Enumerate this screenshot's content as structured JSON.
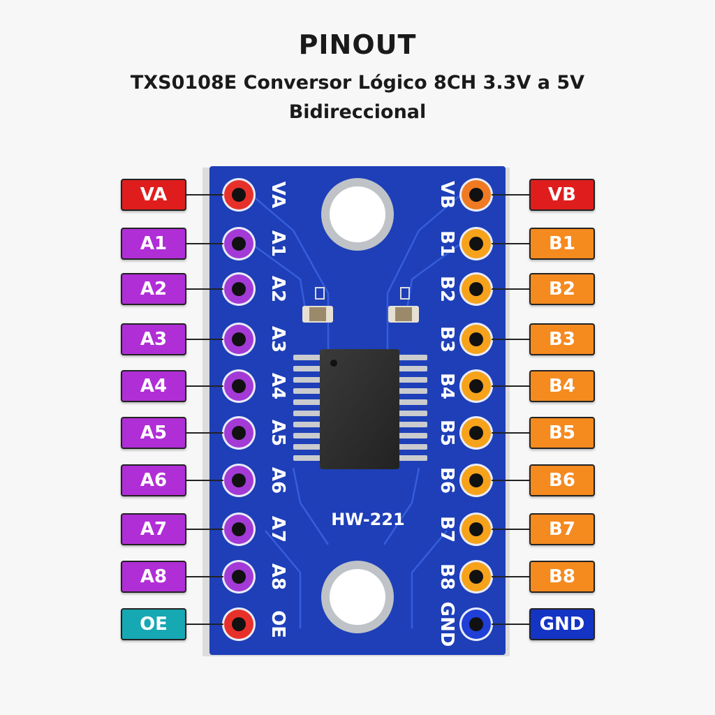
{
  "title": "PINOUT",
  "subtitle": "TXS0108E Conversor Lógico 8CH 3.3V a 5V Bidireccional",
  "board": {
    "label": "HW-221",
    "color": "#1e3fb8"
  },
  "left_pins": [
    {
      "label": "VA",
      "silk": "VA",
      "color": "#e01d1d"
    },
    {
      "label": "A1",
      "silk": "A1",
      "color": "#b02ed6"
    },
    {
      "label": "A2",
      "silk": "A2",
      "color": "#b02ed6"
    },
    {
      "label": "A3",
      "silk": "A3",
      "color": "#b02ed6"
    },
    {
      "label": "A4",
      "silk": "A4",
      "color": "#b02ed6"
    },
    {
      "label": "A5",
      "silk": "A5",
      "color": "#b02ed6"
    },
    {
      "label": "A6",
      "silk": "A6",
      "color": "#b02ed6"
    },
    {
      "label": "A7",
      "silk": "A7",
      "color": "#b02ed6"
    },
    {
      "label": "A8",
      "silk": "A8",
      "color": "#b02ed6"
    },
    {
      "label": "OE",
      "silk": "OE",
      "color": "#16a8b3"
    }
  ],
  "right_pins": [
    {
      "label": "VB",
      "silk": "VB",
      "color": "#e01d1d"
    },
    {
      "label": "B1",
      "silk": "B1",
      "color": "#f58a1f"
    },
    {
      "label": "B2",
      "silk": "B2",
      "color": "#f58a1f"
    },
    {
      "label": "B3",
      "silk": "B3",
      "color": "#f58a1f"
    },
    {
      "label": "B4",
      "silk": "B4",
      "color": "#f58a1f"
    },
    {
      "label": "B5",
      "silk": "B5",
      "color": "#f58a1f"
    },
    {
      "label": "B6",
      "silk": "B6",
      "color": "#f58a1f"
    },
    {
      "label": "B7",
      "silk": "B7",
      "color": "#f58a1f"
    },
    {
      "label": "B8",
      "silk": "B8",
      "color": "#f58a1f"
    },
    {
      "label": "GND",
      "silk": "GND",
      "color": "#1434c4"
    }
  ],
  "pad_colors": {
    "va": "#e8302b",
    "a": "#a33ad6",
    "oe": "#e8302b",
    "vb": "#f07a22",
    "b": "#f7a21b",
    "gnd": "#1f3fd6"
  }
}
